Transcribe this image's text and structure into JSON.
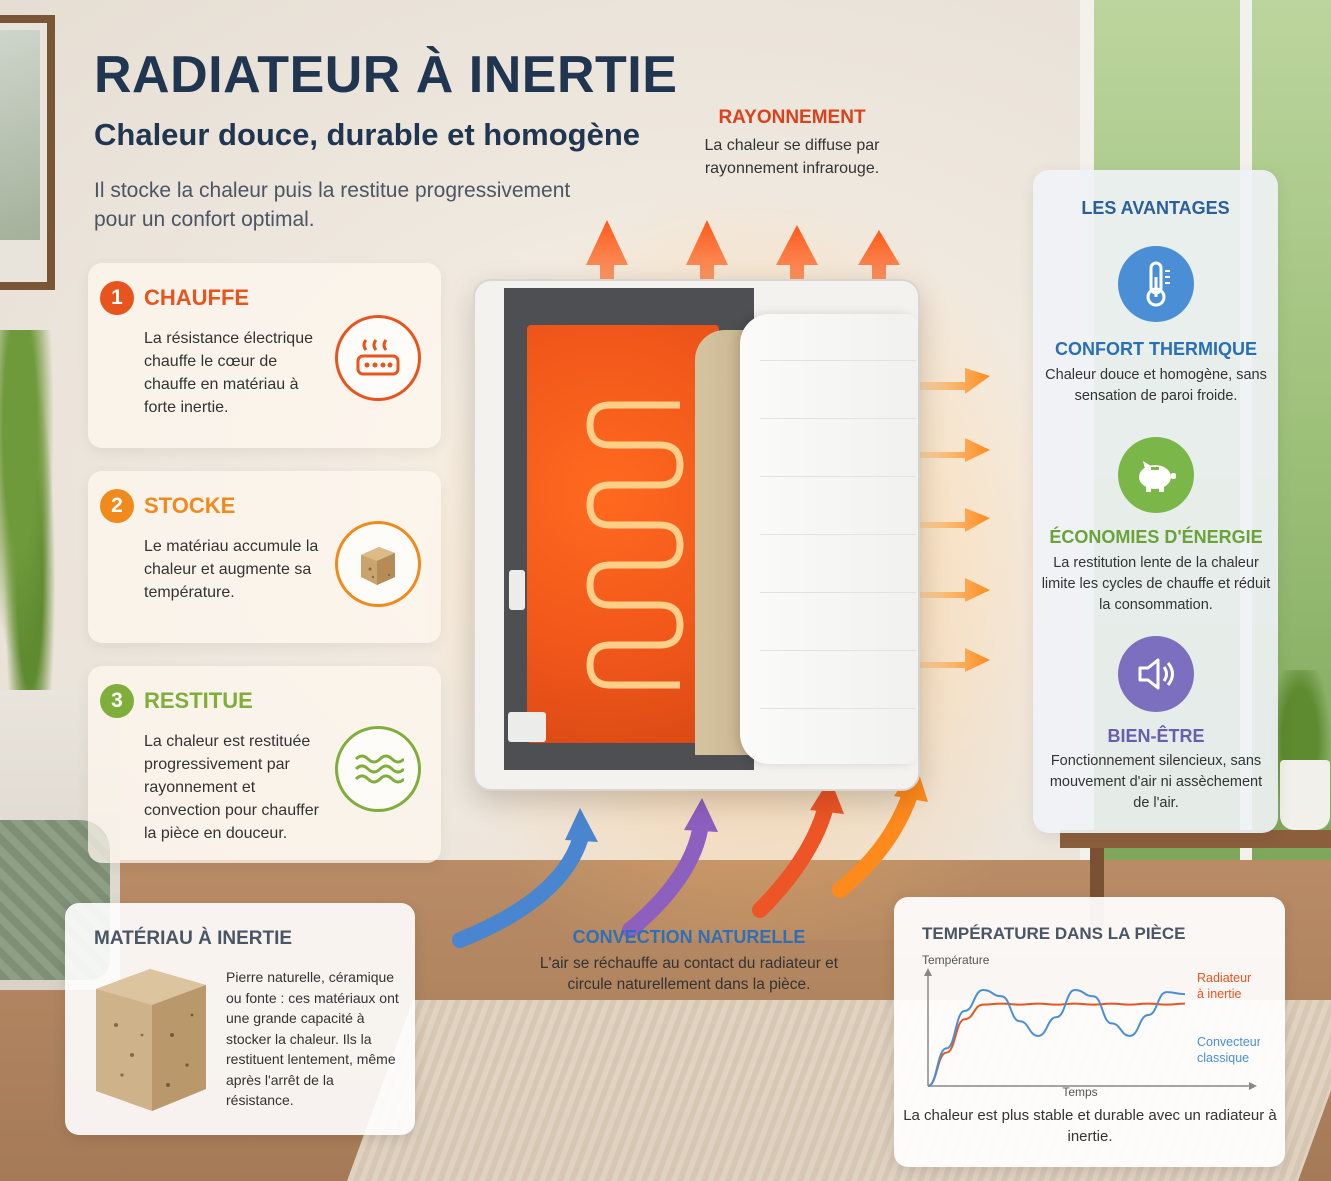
{
  "header": {
    "title": "RADIATEUR À INERTIE",
    "subtitle": "Chaleur douce, durable et homogène",
    "intro": "Il stocke la chaleur puis la restitue progressivement pour un confort optimal."
  },
  "steps": [
    {
      "number": "1",
      "title": "CHAUFFE",
      "text": "La résistance électrique chauffe le cœur de chauffe en matériau à forte inertie.",
      "icon": "heater-element-icon",
      "color": "#e8541e"
    },
    {
      "number": "2",
      "title": "STOCKE",
      "text": "Le matériau accumule la chaleur et augmente sa température.",
      "icon": "stone-block-icon",
      "color": "#f08a1c"
    },
    {
      "number": "3",
      "title": "RESTITUE",
      "text": "La chaleur est restituée progressivement par rayonnement et convection pour chauffer la pièce en douceur.",
      "icon": "heat-waves-icon",
      "color": "#7fae3a"
    }
  ],
  "radiation": {
    "title": "RAYONNEMENT",
    "text": "La chaleur se diffuse par rayonnement infrarouge."
  },
  "convection": {
    "title": "CONVECTION NATURELLE",
    "text": "L'air se réchauffe au contact du radiateur et circule naturellement dans la pièce."
  },
  "advantages": {
    "title": "LES AVANTAGES",
    "items": [
      {
        "title": "CONFORT THERMIQUE",
        "text": "Chaleur douce et homogène, sans sensation de paroi froide.",
        "icon": "thermometer-icon",
        "color": "#4a8fd6",
        "title_color": "#2a6fb5"
      },
      {
        "title": "ÉCONOMIES D'ÉNERGIE",
        "text": "La restitution lente de la chaleur limite les cycles de chauffe et réduit la consommation.",
        "icon": "piggy-bank-icon",
        "color": "#7ab648",
        "title_color": "#6aa33a"
      },
      {
        "title": "BIEN-ÊTRE",
        "text": "Fonctionnement silencieux, sans mouvement d'air ni assèchement de l'air.",
        "icon": "speaker-quiet-icon",
        "color": "#7d6fc0",
        "title_color": "#6a5db0"
      }
    ]
  },
  "material": {
    "title": "MATÉRIAU À INERTIE",
    "text": "Pierre naturelle, céramique ou fonte : ces matériaux ont une grande capacité à stocker la chaleur. Ils la restituent lentement, même après l'arrêt de la résistance."
  },
  "temperature": {
    "title": "TEMPÉRATURE DANS LA PIÈCE",
    "note": "La chaleur est plus stable et durable avec un radiateur à inertie.",
    "chart_data": {
      "type": "line",
      "title": "TEMPÉRATURE DANS LA PIÈCE",
      "xlabel": "Temps",
      "ylabel": "Température",
      "grid": false,
      "legend_placement": "right",
      "series": [
        {
          "name": "Radiateur à inertie",
          "color": "#e8541e",
          "x": [
            0,
            0.5,
            1,
            1.5,
            2,
            2.5,
            3,
            3.5,
            4,
            4.5,
            5,
            5.5,
            6,
            6.5,
            7
          ],
          "values": [
            0,
            1.6,
            3.2,
            3.9,
            3.95,
            3.9,
            3.95,
            3.9,
            3.95,
            3.9,
            3.95,
            3.9,
            3.95,
            3.9,
            3.95
          ]
        },
        {
          "name": "Convecteur classique",
          "color": "#4a8fd6",
          "x": [
            0,
            0.5,
            1,
            1.5,
            2,
            2.5,
            3,
            3.5,
            4,
            4.5,
            5,
            5.5,
            6,
            6.5,
            7
          ],
          "values": [
            0,
            1.8,
            3.6,
            4.6,
            4.3,
            3.1,
            2.4,
            3.3,
            4.6,
            4.3,
            3.0,
            2.4,
            3.4,
            4.5,
            4.4
          ]
        }
      ]
    }
  }
}
